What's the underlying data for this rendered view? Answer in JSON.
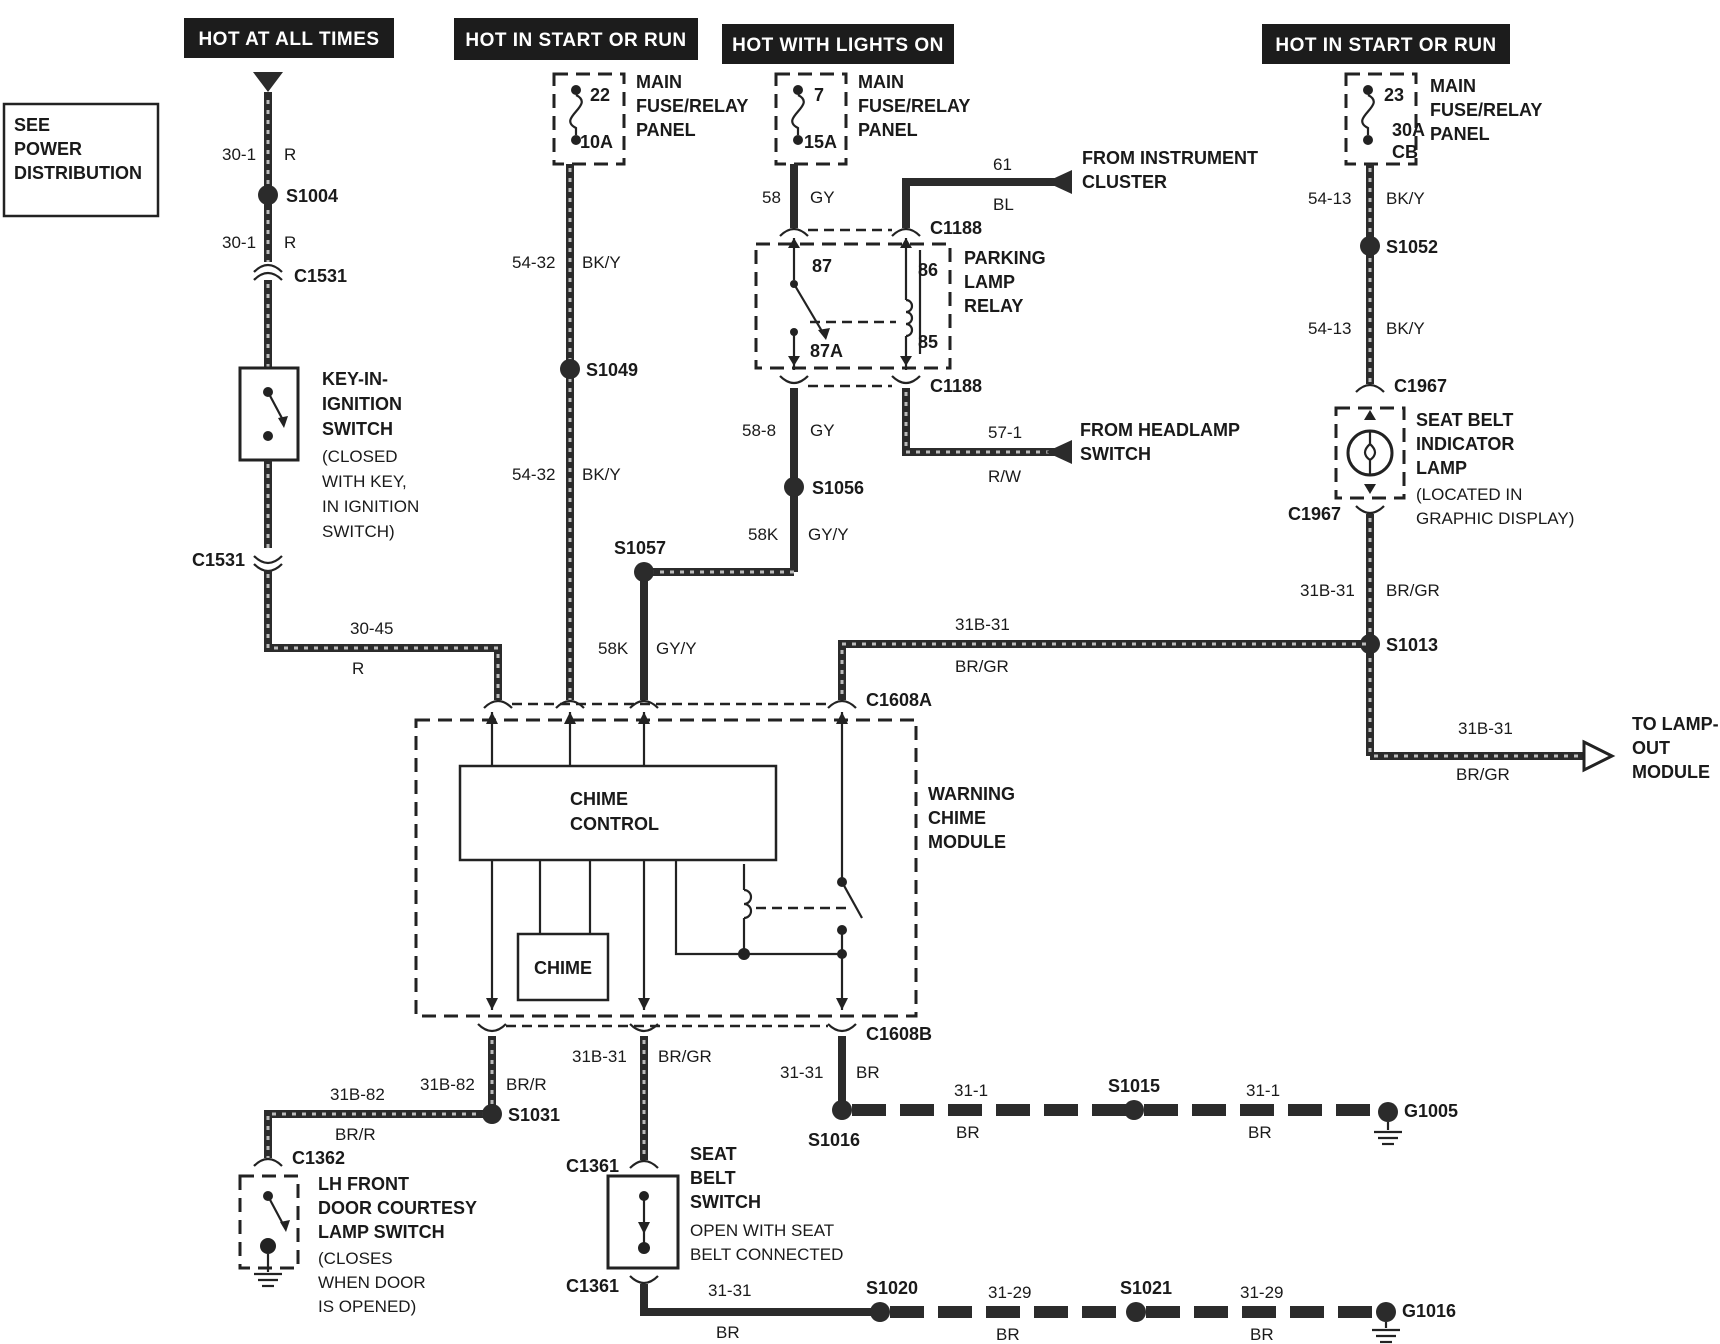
{
  "headers": {
    "hot_at_all_times": "HOT AT ALL TIMES",
    "hot_start_run_1": "HOT IN START OR RUN",
    "hot_lights_on": "HOT WITH LIGHTS ON",
    "hot_start_run_2": "HOT IN START OR RUN"
  },
  "see_power": [
    "SEE",
    "POWER",
    "DISTRIBUTION"
  ],
  "fuse_panel": {
    "title": [
      "MAIN",
      "FUSE/RELAY",
      "PANEL"
    ],
    "fuse_a": [
      "22",
      "10A"
    ],
    "fuse_b": [
      "7",
      "15A"
    ],
    "fuse_c": [
      "23",
      "30A",
      "CB"
    ]
  },
  "components": {
    "key_switch": [
      "KEY-IN-",
      "IGNITION",
      "SWITCH"
    ],
    "key_switch_note": [
      "(CLOSED",
      "WITH KEY,",
      "IN IGNITION",
      "SWITCH)"
    ],
    "parking_relay": [
      "PARKING",
      "LAMP",
      "RELAY"
    ],
    "relay_pins": [
      "87",
      "86",
      "87A",
      "85"
    ],
    "from_cluster": [
      "FROM INSTRUMENT",
      "CLUSTER"
    ],
    "from_headlamp": [
      "FROM HEADLAMP",
      "SWITCH"
    ],
    "seat_belt_lamp": [
      "SEAT BELT",
      "INDICATOR",
      "LAMP"
    ],
    "seat_belt_lamp_note": [
      "(LOCATED IN",
      "GRAPHIC DISPLAY)"
    ],
    "to_lamp_out": [
      "TO LAMP-",
      "OUT",
      "MODULE"
    ],
    "chime_control": [
      "CHIME",
      "CONTROL"
    ],
    "chime": "CHIME",
    "warning_module": [
      "WARNING",
      "CHIME",
      "MODULE"
    ],
    "door_switch": [
      "LH FRONT",
      "DOOR COURTESY",
      "LAMP SWITCH"
    ],
    "door_switch_note": [
      "(CLOSES",
      "WHEN DOOR",
      "IS OPENED)"
    ],
    "seat_belt_switch": [
      "SEAT",
      "BELT",
      "SWITCH"
    ],
    "seat_belt_switch_note": [
      "OPEN WITH SEAT",
      "BELT CONNECTED"
    ]
  },
  "wires": {
    "w30_1a": "30-1",
    "w30_1b": "30-1",
    "r1": "R",
    "r2": "R",
    "w30_45": "30-45",
    "r3": "R",
    "w54_32a": "54-32",
    "bky1": "BK/Y",
    "w54_32b": "54-32",
    "bky2": "BK/Y",
    "w58": "58",
    "gy1": "GY",
    "w61": "61",
    "bl": "BL",
    "w58_8": "58-8",
    "gy2": "GY",
    "w57_1": "57-1",
    "rw": "R/W",
    "w58k_a": "58K",
    "gyy1": "GY/Y",
    "w58k_b": "58K",
    "gyy2": "GY/Y",
    "w54_13a": "54-13",
    "bky3": "BK/Y",
    "w54_13b": "54-13",
    "bky4": "BK/Y",
    "w31b_31a": "31B-31",
    "brgr1": "BR/GR",
    "w31b_31b": "31B-31",
    "brgr2": "BR/GR",
    "w31b_31c": "31B-31",
    "brgr3": "BR/GR",
    "w31b_31d": "31B-31",
    "brgr4": "BR/GR",
    "w31b_82a": "31B-82",
    "brr1": "BR/R",
    "w31b_82b": "31B-82",
    "brr2": "BR/R",
    "w31_31a": "31-31",
    "br1": "BR",
    "w31_1a": "31-1",
    "br2": "BR",
    "w31_1b": "31-1",
    "br3": "BR",
    "w31_31b": "31-31",
    "br4": "BR",
    "w31_29a": "31-29",
    "br5": "BR",
    "w31_29b": "31-29",
    "br6": "BR"
  },
  "splices": {
    "s1004": "S1004",
    "s1049": "S1049",
    "s1056": "S1056",
    "s1057": "S1057",
    "s1052": "S1052",
    "s1013": "S1013",
    "s1031": "S1031",
    "s1016": "S1016",
    "s1015": "S1015",
    "s1020": "S1020",
    "s1021": "S1021"
  },
  "connectors": {
    "c1531a": "C1531",
    "c1531b": "C1531",
    "c1188a": "C1188",
    "c1188b": "C1188",
    "c1967a": "C1967",
    "c1967b": "C1967",
    "c1608a": "C1608A",
    "c1608b": "C1608B",
    "c1362": "C1362",
    "c1361a": "C1361",
    "c1361b": "C1361"
  },
  "grounds": {
    "g1005": "G1005",
    "g1016": "G1016"
  }
}
